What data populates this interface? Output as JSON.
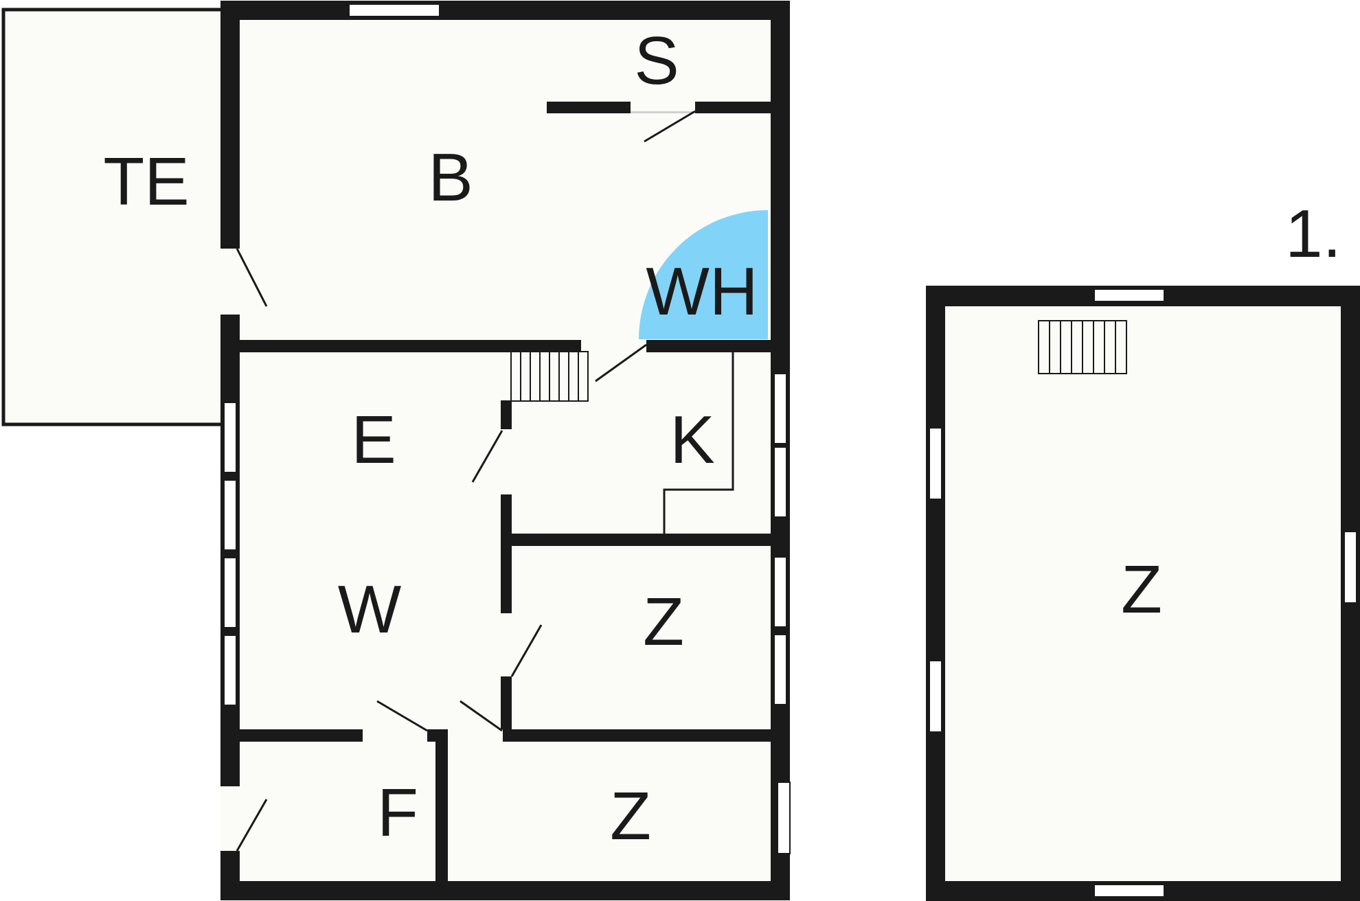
{
  "floor_label": "1.",
  "rooms": {
    "te": "TE",
    "b": "B",
    "s": "S",
    "wh": "WH",
    "e": "E",
    "k": "K",
    "w": "W",
    "z_right_small": "Z",
    "f": "F",
    "z_bottom": "Z",
    "z_upper_floor": "Z"
  },
  "colors": {
    "wall": "#1a1a1a",
    "floor": "#fbfcf8",
    "whirlpool": "#81d4f7"
  }
}
